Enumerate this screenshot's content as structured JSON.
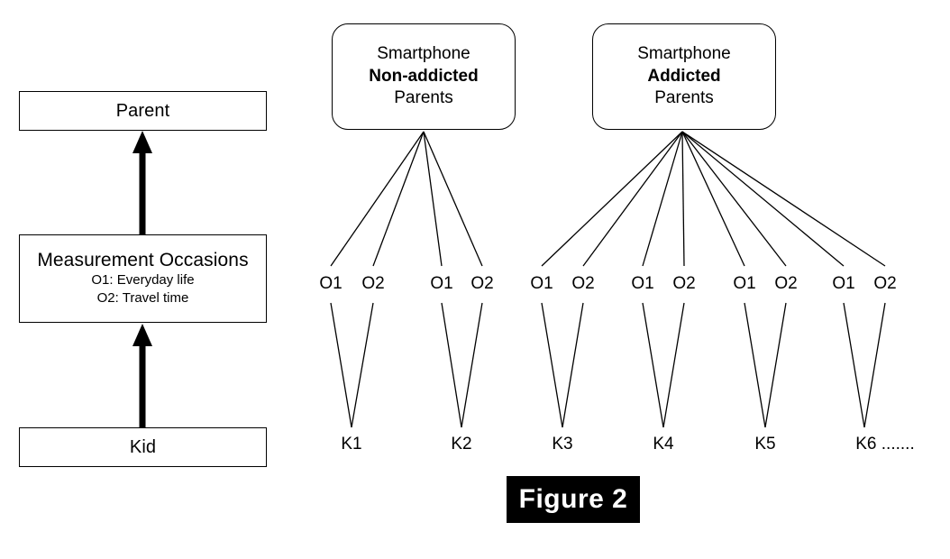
{
  "figure": {
    "caption": "Figure 2"
  },
  "left_panel": {
    "boxes": [
      {
        "title": "Parent",
        "sublines": []
      },
      {
        "title": "Measurement Occasions",
        "sublines": [
          "O1: Everyday life",
          "O2: Travel time"
        ]
      },
      {
        "title": "Kid",
        "sublines": []
      }
    ],
    "arrows": [
      {
        "from": "Measurement Occasions",
        "to": "Parent"
      },
      {
        "from": "Kid",
        "to": "Measurement Occasions"
      }
    ]
  },
  "right_panel": {
    "groups": [
      {
        "name": "non-addicted",
        "lines": [
          "Smartphone",
          "Non-addicted",
          "Parents"
        ],
        "bold_line_index": 1,
        "kids": [
          {
            "label": "K1",
            "occasions": [
              "O1",
              "O2"
            ]
          },
          {
            "label": "K2",
            "occasions": [
              "O1",
              "O2"
            ]
          }
        ]
      },
      {
        "name": "addicted",
        "lines": [
          "Smartphone",
          "Addicted",
          "Parents"
        ],
        "bold_line_index": 1,
        "kids": [
          {
            "label": "K3",
            "occasions": [
              "O1",
              "O2"
            ]
          },
          {
            "label": "K4",
            "occasions": [
              "O1",
              "O2"
            ]
          },
          {
            "label": "K5",
            "occasions": [
              "O1",
              "O2"
            ]
          },
          {
            "label": "K6 .......",
            "occasions": [
              "O1",
              "O2"
            ]
          }
        ]
      }
    ]
  },
  "colors": {
    "stroke": "#000000",
    "background": "#ffffff",
    "caption_background": "#000000",
    "caption_text": "#ffffff"
  }
}
